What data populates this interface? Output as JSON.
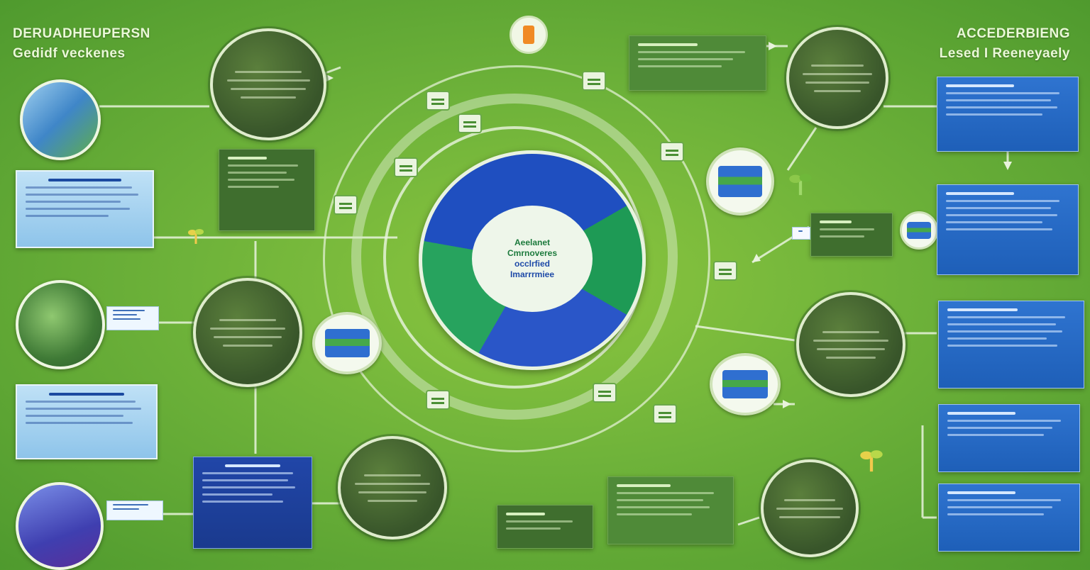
{
  "title_left": {
    "line1": "DERUADHEUPERSN",
    "line2": "Gedidf veckenes"
  },
  "title_right": {
    "line1": "ACCEDERBIENG",
    "line2": "Lesed I Reeneyaely"
  },
  "core": {
    "line1": "Aeelanet",
    "line2": "Cmrnoveres",
    "line3": "occlrfied",
    "line4": "Imarrrmiee"
  },
  "colors": {
    "background": "#6fb33a",
    "panel_blue": "#2f74d0",
    "panel_light": "#bfe1f6",
    "bubble": "#3f5f2e",
    "core_blue": "#1f4fc0",
    "core_green": "#1e9a55",
    "accent_orange": "#f08a24"
  }
}
